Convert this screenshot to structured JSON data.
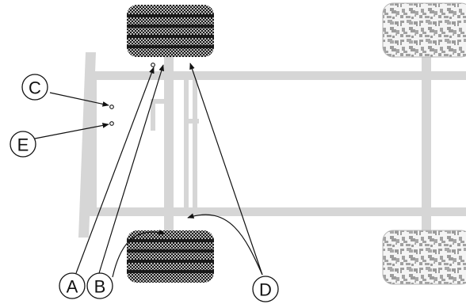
{
  "labels": {
    "a": "A",
    "b": "B",
    "c": "C",
    "d": "D",
    "e": "E"
  },
  "colors": {
    "frame": "#d6d6d6",
    "tread_dark": "#1a1a1a",
    "tread_light": "#bdbdbd",
    "wheel_back_fill": "#f2f2f2",
    "wheel_back_pattern": "#a9a9a9",
    "leader": "#111111"
  }
}
